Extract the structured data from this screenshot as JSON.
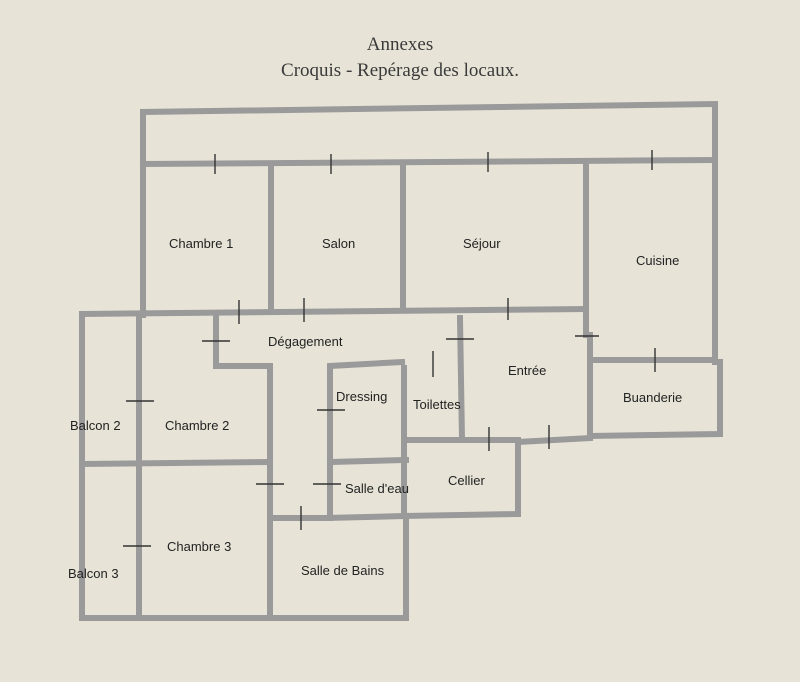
{
  "header": {
    "line1": "Annexes",
    "line2": "Croquis - Repérage des locaux."
  },
  "rooms": {
    "chambre1": "Chambre 1",
    "salon": "Salon",
    "sejour": "Séjour",
    "cuisine": "Cuisine",
    "degagement": "Dégagement",
    "dressing": "Dressing",
    "toilettes": "Toilettes",
    "entree": "Entrée",
    "buanderie": "Buanderie",
    "balcon2": "Balcon 2",
    "chambre2": "Chambre 2",
    "salle_deau": "Salle d'eau",
    "cellier": "Cellier",
    "chambre3": "Chambre 3",
    "balcon3": "Balcon 3",
    "salle_de_bains": "Salle de Bains"
  }
}
